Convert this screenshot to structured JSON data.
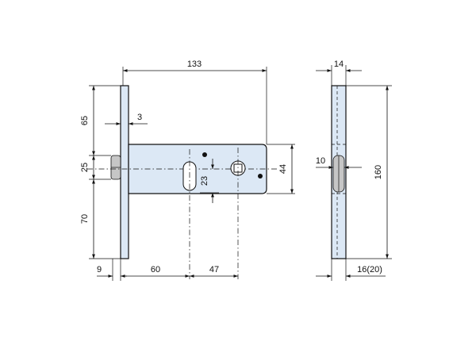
{
  "dimensions": {
    "width_133": "133",
    "width_14": "14",
    "height_65": "65",
    "thickness_3": "3",
    "height_25": "25",
    "height_44": "44",
    "gap_10": "10",
    "height_160": "160",
    "offset_23": "23",
    "height_70": "70",
    "backset_9": "9",
    "dist_60": "60",
    "dist_47": "47",
    "depth_16_20": "16(20)"
  },
  "colors": {
    "part_fill": "#dce8f5",
    "roller_fill": "#c6c6c6",
    "line": "#111111"
  }
}
